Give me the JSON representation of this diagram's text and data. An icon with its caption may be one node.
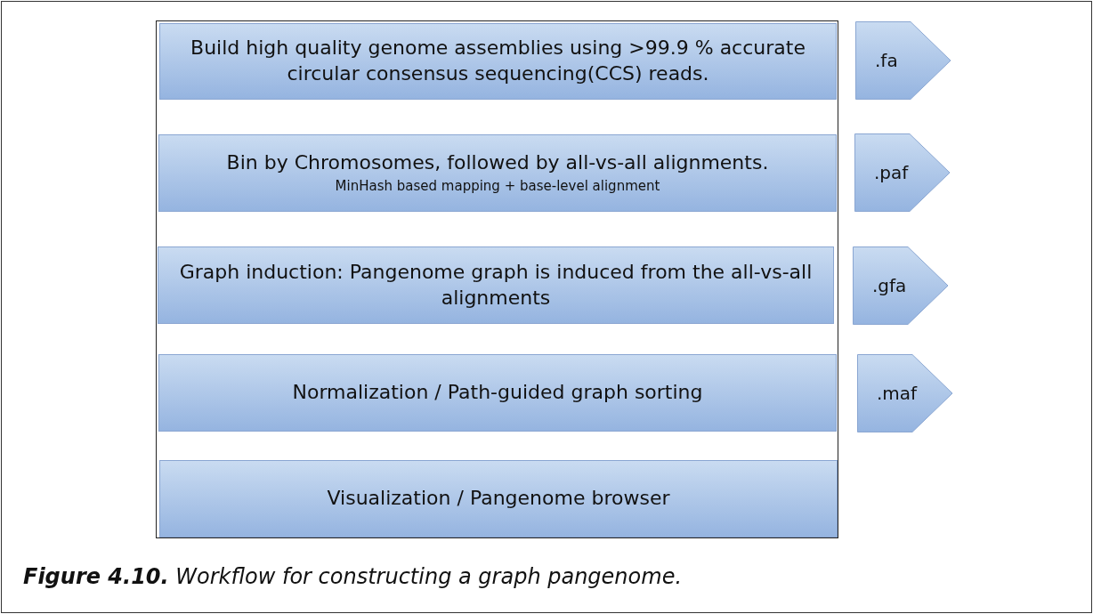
{
  "diagram": {
    "caption": "**Figure 4.10.** Workflow for constructing a graph pangenome.",
    "nodes": [
      {
        "text": [
          "Build high quality genome assemblies using >99.9 % accurate circular consensus sequencing(CCS) reads."
        ]
      },
      {
        "text": [
          ".fa"
        ]
      },
      {
        "text": [
          "Bin by Chromosomes, followed by all-vs-all alignments.",
          "MinHash based mapping + base-level alignment"
        ]
      },
      {
        "text": [
          ".paf"
        ]
      },
      {
        "text": [
          "Graph induction: Pangenome graph is induced from the all-vs-all alignments"
        ]
      },
      {
        "text": [
          ".gfa"
        ]
      },
      {
        "text": [
          "Normalization / Path-guided graph sorting"
        ]
      },
      {
        "text": [
          ".maf"
        ]
      },
      {
        "text": [
          "Visualization / Pangenome browser"
        ]
      }
    ]
  }
}
